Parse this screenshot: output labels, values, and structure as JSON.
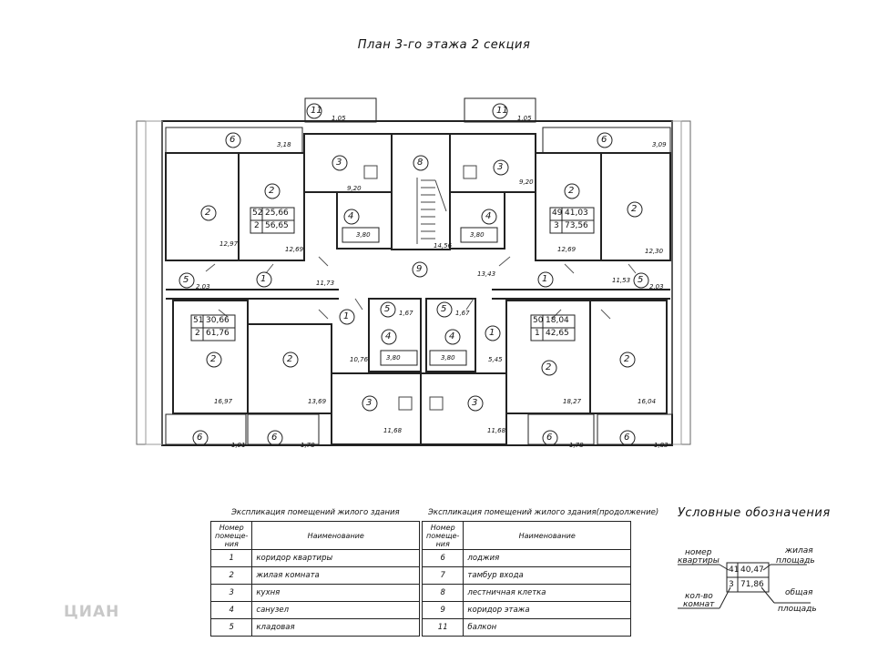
{
  "title": "План 3-го этажа 2 секция",
  "rooms": {
    "r11a": "11",
    "r11a_area": "1,05",
    "r11b": "11",
    "r11b_area": "1,05",
    "r6a": "6",
    "r6a_area": "3,18",
    "r6b": "6",
    "r6b_area": "3,09",
    "r3a": "3",
    "r3a_area": "9,20",
    "r3b": "3",
    "r3b_area": "9,20",
    "r8": "8",
    "r2a": "2",
    "r2a_area": "12,97",
    "r2b": "2",
    "r2b_area": "12,69",
    "r2c": "2",
    "r2c_area": "12,69",
    "r2d": "2",
    "r2d_area": "12,30",
    "r4a": "4",
    "r4a_area": "3,80",
    "r4b": "4",
    "r4b_area": "3,80",
    "stair_area": "14,56",
    "r9": "9",
    "r9_area": "13,43",
    "r5a": "5",
    "r5a_area": "2,03",
    "r5b": "5",
    "r5b_area": "2,03",
    "r1a": "1",
    "r1a_area": "11,73",
    "r1b": "1",
    "r1b_area": "11,53",
    "r1c": "1",
    "r1c_area": "10,76",
    "r1d": "1",
    "r1d_area": "5,45",
    "r5c": "5",
    "r5c_area": "1,67",
    "r5d": "5",
    "r5d_area": "1,67",
    "r4c": "4",
    "r4c_area": "3,80",
    "r4d": "4",
    "r4d_area": "3,80",
    "r2e": "2",
    "r2e_area": "16,97",
    "r2f": "2",
    "r2f_area": "13,69",
    "r2g": "2",
    "r2g_area": "18,27",
    "r2h": "2",
    "r2h_area": "16,04",
    "r3c": "3",
    "r3c_area": "11,68",
    "r3d": "3",
    "r3d_area": "11,68",
    "r6c": "6",
    "r6c_area": "1,91",
    "r6d": "6",
    "r6d_area": "1,78",
    "r6e": "6",
    "r6e_area": "1,78",
    "r6f": "6",
    "r6f_area": "1,83"
  },
  "apartments": [
    {
      "num": "52",
      "living": "25,66",
      "rooms": "2",
      "total": "56,65"
    },
    {
      "num": "49",
      "living": "41,03",
      "rooms": "3",
      "total": "73,56"
    },
    {
      "num": "51",
      "living": "30,66",
      "rooms": "2",
      "total": "61,76"
    },
    {
      "num": "50",
      "living": "18,04",
      "rooms": "1",
      "total": "42,65"
    }
  ],
  "table1": {
    "caption": "Экспликация помещений жилого здания",
    "col_num": "Номер помеще-ния",
    "col_name": "Наименование",
    "rows": [
      {
        "num": "1",
        "name": "коридор квартиры"
      },
      {
        "num": "2",
        "name": "жилая комната"
      },
      {
        "num": "3",
        "name": "кухня"
      },
      {
        "num": "4",
        "name": "санузел"
      },
      {
        "num": "5",
        "name": "кладовая"
      }
    ]
  },
  "table2": {
    "caption": "Экспликация помещений жилого здания(продолжение)",
    "col_num": "Номер помеще-ния",
    "col_name": "Наименование",
    "rows": [
      {
        "num": "6",
        "name": "лоджия"
      },
      {
        "num": "7",
        "name": "тамбур входа"
      },
      {
        "num": "8",
        "name": "лестничная клетка"
      },
      {
        "num": "9",
        "name": "коридор этажа"
      },
      {
        "num": "11",
        "name": "балкон"
      }
    ]
  },
  "legend": {
    "title": "Условные обозначения",
    "apt_num_label_1": "номер",
    "apt_num_label_2": "квартиры",
    "rooms_label_1": "кол-во",
    "rooms_label_2": "комнат",
    "living_label_1": "жилая",
    "living_label_2": "площадь",
    "total_label_1": "общая",
    "total_label_2": "площадь",
    "sample_num": "41",
    "sample_living": "40,47",
    "sample_rooms": "3",
    "sample_total": "71,86"
  },
  "watermark": "ЦИАН"
}
